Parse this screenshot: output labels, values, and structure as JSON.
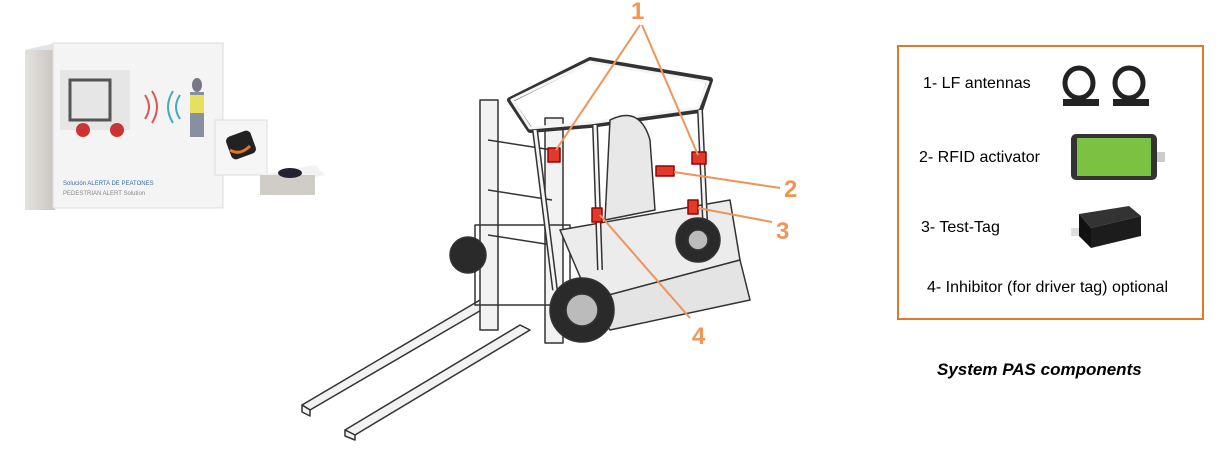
{
  "kit_image": {
    "box_text_line1": "Solución ALERTA DE PEATONES",
    "box_text_line2": "PEDESTRIAN ALERT Solution"
  },
  "callouts": [
    "1",
    "2",
    "3",
    "4"
  ],
  "legend": {
    "items": [
      {
        "label": "1- LF antennas",
        "icon": "antenna-coil-icon"
      },
      {
        "label": "2- RFID activator",
        "icon": "rfid-activator-icon"
      },
      {
        "label": "3- Test-Tag",
        "icon": "test-tag-box-icon"
      },
      {
        "label": "4- Inhibitor (for driver tag) optional",
        "icon": ""
      }
    ]
  },
  "caption": "System PAS components",
  "colors": {
    "accent": "#f0955a",
    "border": "#e07a2a",
    "device_green": "#7cc242"
  }
}
